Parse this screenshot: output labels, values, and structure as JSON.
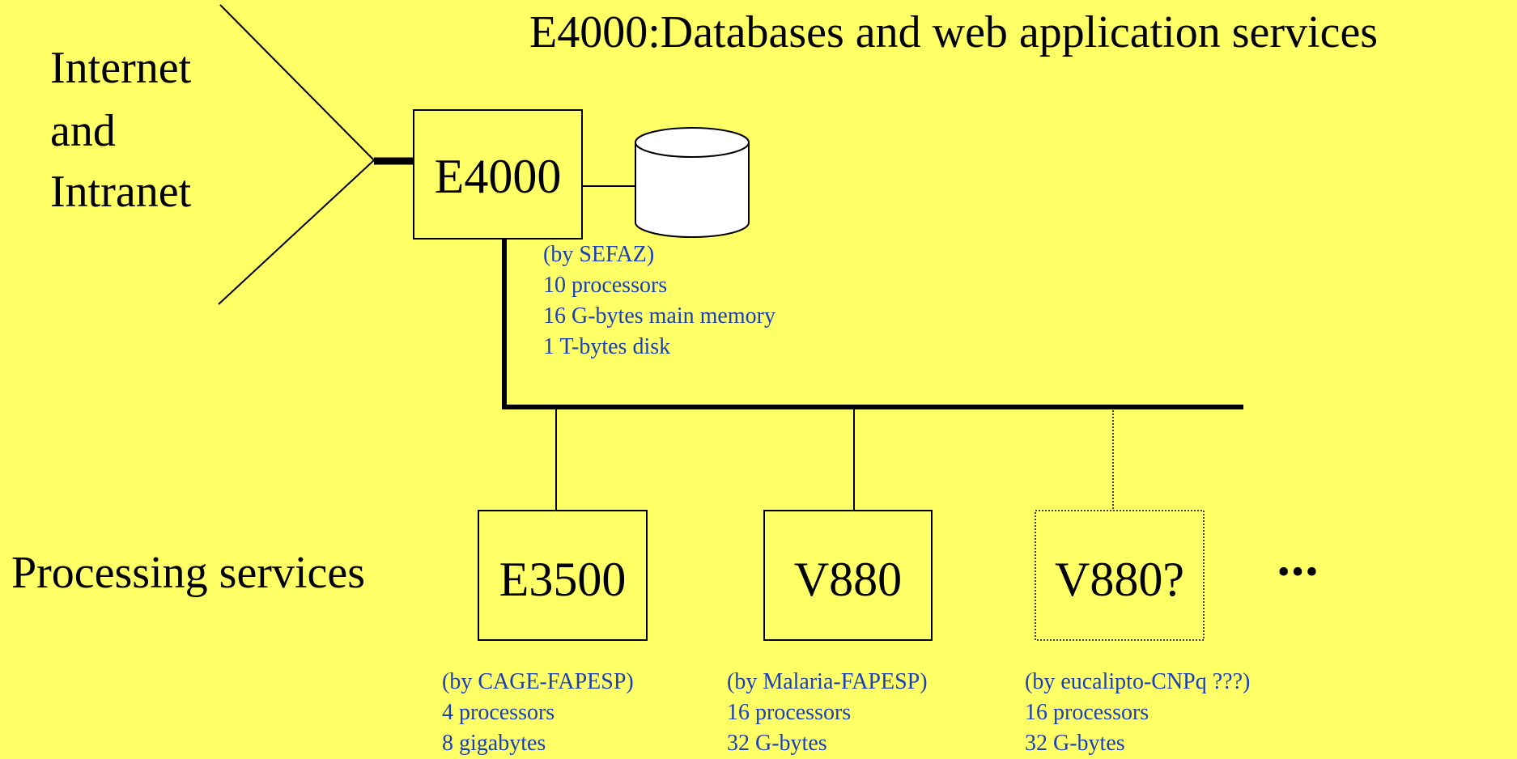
{
  "title": "E4000:Databases and web application services",
  "network_label": [
    "Internet",
    "and",
    "Intranet"
  ],
  "processing_label": "Processing services",
  "ellipsis": "•••",
  "servers": {
    "main": {
      "name": "E4000",
      "specs": [
        "(by SEFAZ)",
        "10 processors",
        "16 G-bytes main memory",
        "1 T-bytes disk"
      ]
    },
    "e3500": {
      "name": "E3500",
      "specs": [
        "(by CAGE-FAPESP)",
        "4 processors",
        "8 gigabytes"
      ]
    },
    "v880": {
      "name": "V880",
      "specs": [
        "(by Malaria-FAPESP)",
        "16 processors",
        "32 G-bytes"
      ]
    },
    "v880q": {
      "name": "V880?",
      "specs": [
        "(by eucalipto-CNPq ???)",
        "16 processors",
        "32 G-bytes"
      ]
    }
  },
  "colors": {
    "background": "#FFFF66",
    "spec_text": "#1A3FB8",
    "lines": "#000000",
    "database": "#FFFFFF"
  },
  "icons": {
    "database": "database-cylinder-icon"
  }
}
